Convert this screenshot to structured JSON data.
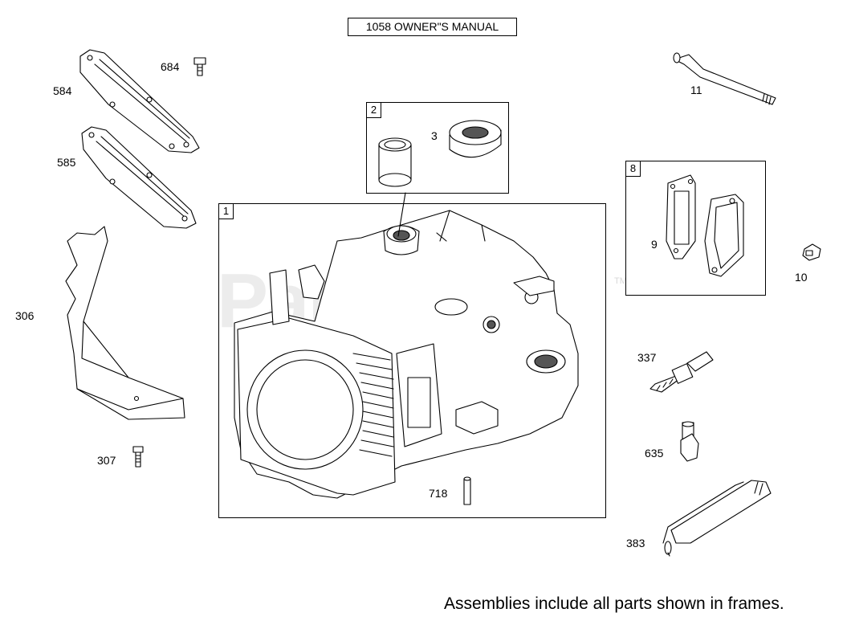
{
  "header": {
    "manual_label": "1058 OWNER\"S MANUAL"
  },
  "watermark": {
    "text": "PartsTree",
    "trademark": "TM"
  },
  "frames": [
    {
      "id": "frame-1",
      "number": "1"
    },
    {
      "id": "frame-2",
      "number": "2"
    },
    {
      "id": "frame-8",
      "number": "8"
    }
  ],
  "parts": {
    "p584": "584",
    "p684": "684",
    "p585": "585",
    "p306": "306",
    "p307": "307",
    "p2": "2",
    "p3": "3",
    "p11": "11",
    "p9": "9",
    "p10": "10",
    "p337": "337",
    "p635": "635",
    "p383": "383",
    "p718": "718"
  },
  "footer": {
    "note": "Assemblies include all parts shown in frames."
  }
}
